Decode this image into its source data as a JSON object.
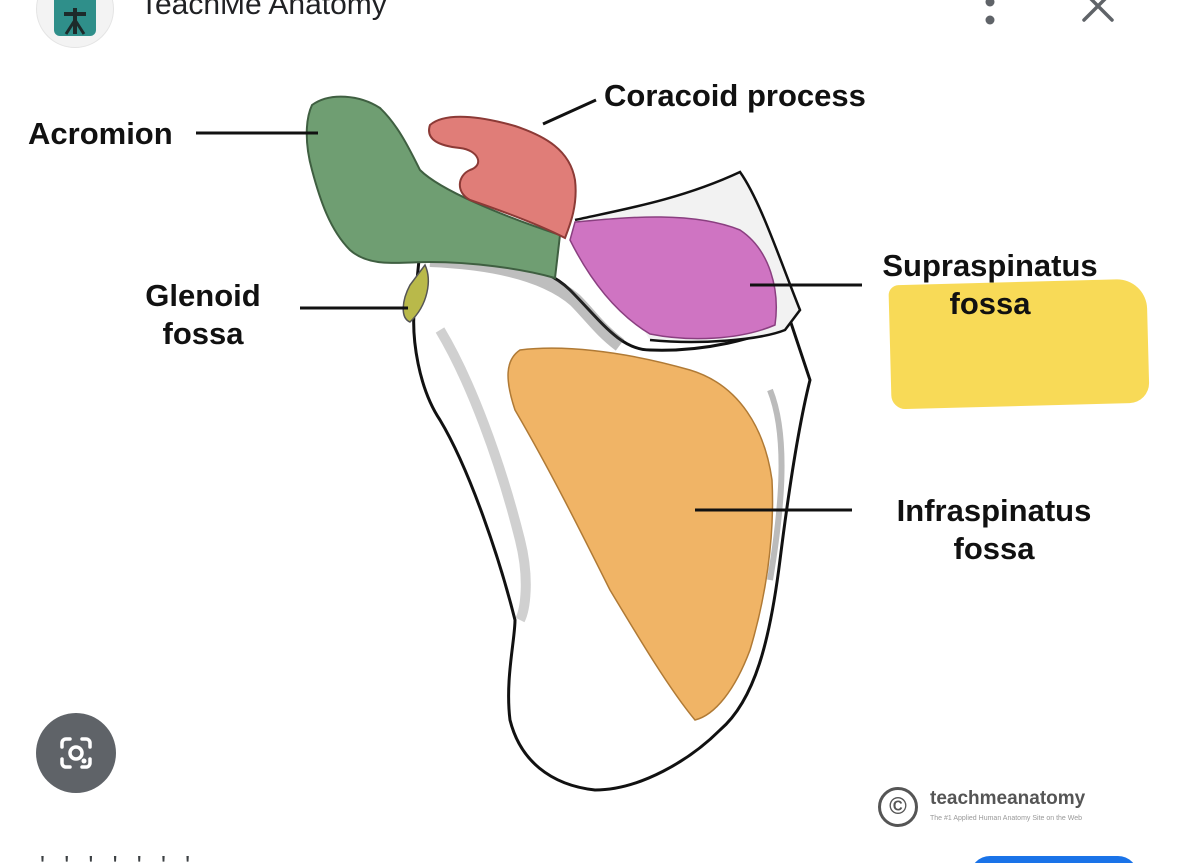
{
  "header": {
    "site_name": "TeachMe Anatomy",
    "site_icon": "teachme-anatomy-logo-icon",
    "more_icon": "more-vert-icon",
    "close_icon": "close-icon"
  },
  "diagram": {
    "labels": {
      "acromion": "Acromion",
      "coracoid": "Coracoid process",
      "glenoid_line1": "Glenoid",
      "glenoid_line2": "fossa",
      "supraspinatus_line1": "Supraspinatus",
      "supraspinatus_line2": "fossa",
      "infraspinatus_line1": "Infraspinatus",
      "infraspinatus_line2": "fossa"
    },
    "colors": {
      "acromion": "#6f9e72",
      "coracoid": "#e07d78",
      "supraspinatus": "#cf74c2",
      "infraspinatus": "#f0b466",
      "glenoid": "#b9b94a",
      "highlight": "#f7d43a"
    },
    "watermark": {
      "text": "teachmeanatomy",
      "subtext": "The #1 Applied Human Anatomy Site on the Web",
      "symbol": "©"
    }
  },
  "lens_button": {
    "icon": "google-lens-icon"
  },
  "bottom": {
    "partial_text": "' ' ' ' ' ' '"
  }
}
